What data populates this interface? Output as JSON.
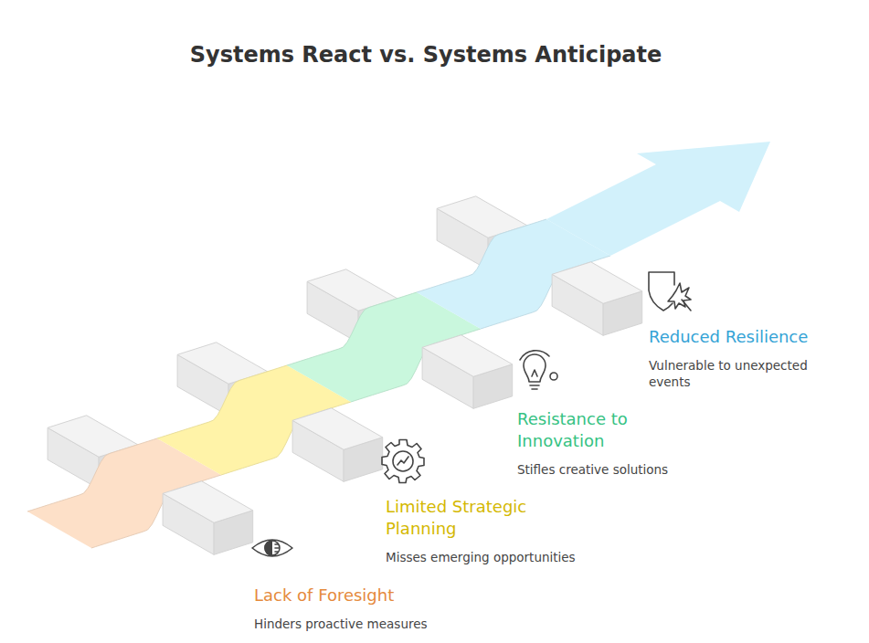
{
  "diagram": {
    "title": "Systems React vs. Systems Anticipate",
    "nodes": [
      {
        "text": [
          "Lack of Foresight",
          "Hinders proactive measures"
        ]
      },
      {
        "text": [
          "Limited Strategic Planning",
          "Misses emerging opportunities"
        ]
      },
      {
        "text": [
          "Resistance to Innovation",
          "Stifles creative solutions"
        ]
      },
      {
        "text": [
          "Reduced Resilience",
          "Vulnerable to unexpected events"
        ]
      }
    ]
  }
}
